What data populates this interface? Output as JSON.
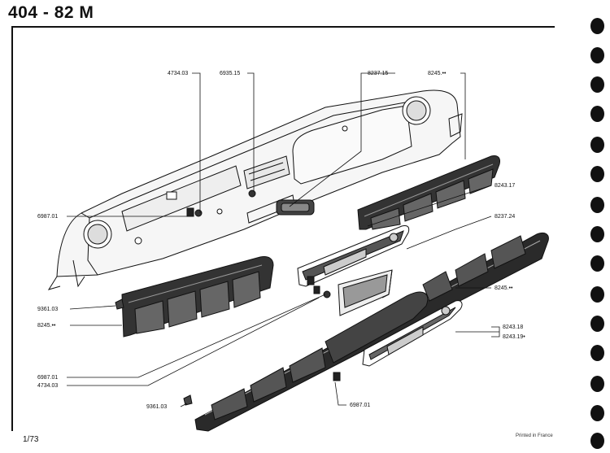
{
  "header": {
    "title": "404 - 82 M"
  },
  "footer": {
    "page": "1/73",
    "printed": "Printed in France"
  },
  "callouts": {
    "p4734_top": "4734.03",
    "p6935": "6935.15",
    "p8237_15": "8237.15",
    "p8245_top": "8245.••",
    "p6987_left": "6987.01",
    "p8243_17": "8243.17",
    "p8237_24": "8237.24",
    "p9361_left": "9361.03",
    "p8245_left": "8245.••",
    "p8245_right": "8245.••",
    "p8243_18": "8243.18",
    "p8243_19": "8243.19•",
    "p6987_bl": "6987.01",
    "p4734_bl": "4734.03",
    "p9361_bottom": "9361.03",
    "p6987_bottom": "6987.01"
  },
  "colors": {
    "ink": "#111111",
    "paper": "#ffffff",
    "shade": "#555555",
    "dark": "#2a2a2a"
  }
}
